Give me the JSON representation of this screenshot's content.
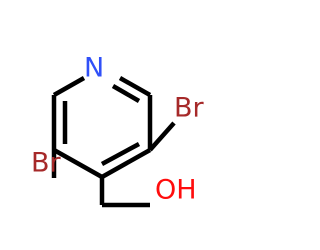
{
  "molecule": {
    "atoms": {
      "nitrogen": "N",
      "bromine_right": "Br",
      "bromine_left": "Br",
      "hydroxyl": "OH"
    },
    "colors": {
      "bond": "#000000",
      "nitrogen": "#3050f8",
      "bromine": "#a62929",
      "oxygen": "#ff0d0d"
    }
  }
}
